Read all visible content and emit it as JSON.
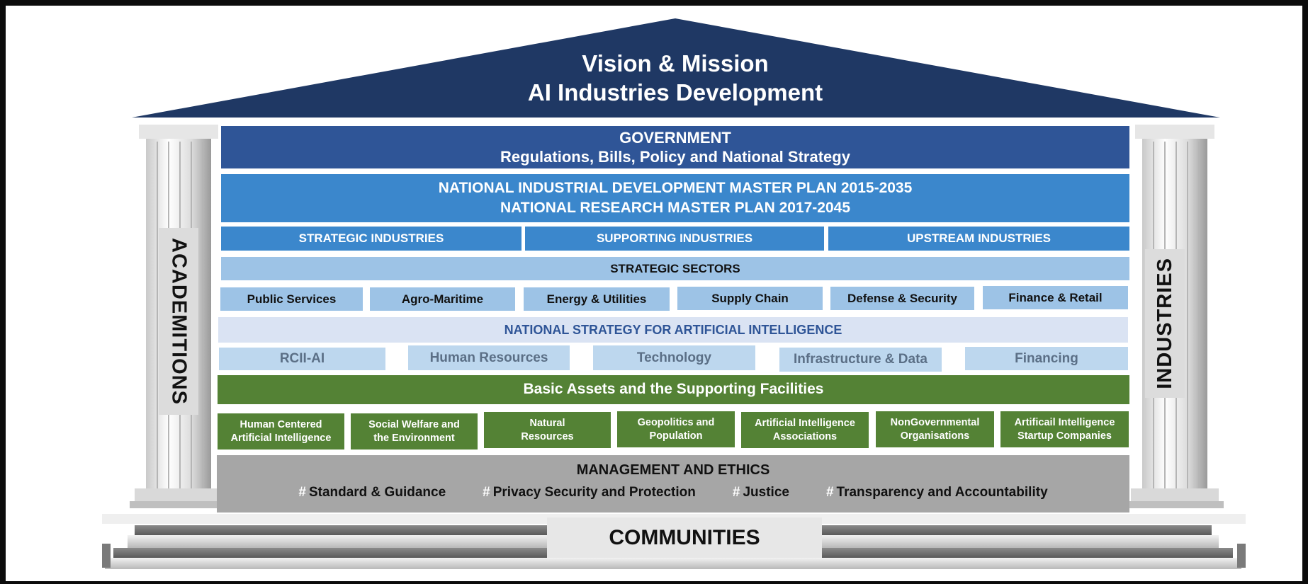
{
  "roof": {
    "line1": "Vision & Mission",
    "line2": "AI Industries Development",
    "color": "#1f3864"
  },
  "pillars": {
    "left_label": "ACADEMITIONS",
    "right_label": "INDUSTRIES"
  },
  "government": {
    "title": "GOVERNMENT",
    "subtitle": "Regulations, Bills, Policy and National Strategy",
    "color": "#2f5597"
  },
  "master_plan": {
    "line1": "NATIONAL INDUSTRIAL DEVELOPMENT MASTER PLAN 2015-2035",
    "line2": "NATIONAL RESEARCH MASTER PLAN 2017-2045",
    "color": "#3b87cc"
  },
  "industries": {
    "color": "#3b87cc",
    "items": [
      "STRATEGIC INDUSTRIES",
      "SUPPORTING INDUSTRIES",
      "UPSTREAM INDUSTRIES"
    ]
  },
  "strategic_sectors": {
    "title": "STRATEGIC SECTORS",
    "color": "#9dc3e6",
    "items": [
      "Public Services",
      "Agro-Maritime",
      "Energy & Utilities",
      "Supply Chain",
      "Defense & Security",
      "Finance & Retail"
    ]
  },
  "ai_strategy": {
    "title": "NATIONAL STRATEGY FOR ARTIFICIAL INTELLIGENCE",
    "title_color": "#2f5597",
    "bg": "#dae3f3",
    "item_bg": "#bdd7ee",
    "item_text_color": "#5b6f86",
    "items": [
      "RCII-AI",
      "Human Resources",
      "Technology",
      "Infrastructure & Data",
      "Financing"
    ]
  },
  "basic_assets": {
    "title": "Basic Assets and the Supporting Facilities",
    "color": "#548235",
    "items": [
      {
        "line1": "Human Centered",
        "line2": "Artificial Intelligence"
      },
      {
        "line1": "Social Welfare and",
        "line2": "the Environment"
      },
      {
        "line1": "Natural",
        "line2": "Resources"
      },
      {
        "line1": "Geopolitics and",
        "line2": "Population"
      },
      {
        "line1": "Artificial Intelligence",
        "line2": "Associations"
      },
      {
        "line1": "NonGovernmental",
        "line2": "Organisations"
      },
      {
        "line1": "Artificail Intelligence",
        "line2": "Startup Companies"
      }
    ]
  },
  "ethics": {
    "title": "MANAGEMENT AND ETHICS",
    "color": "#a6a6a6",
    "hash": "#",
    "items": [
      "Standard & Guidance",
      "Privacy Security and Protection",
      "Justice",
      "Transparency and Accountability"
    ]
  },
  "foundation": {
    "label": "COMMUNITIES"
  }
}
